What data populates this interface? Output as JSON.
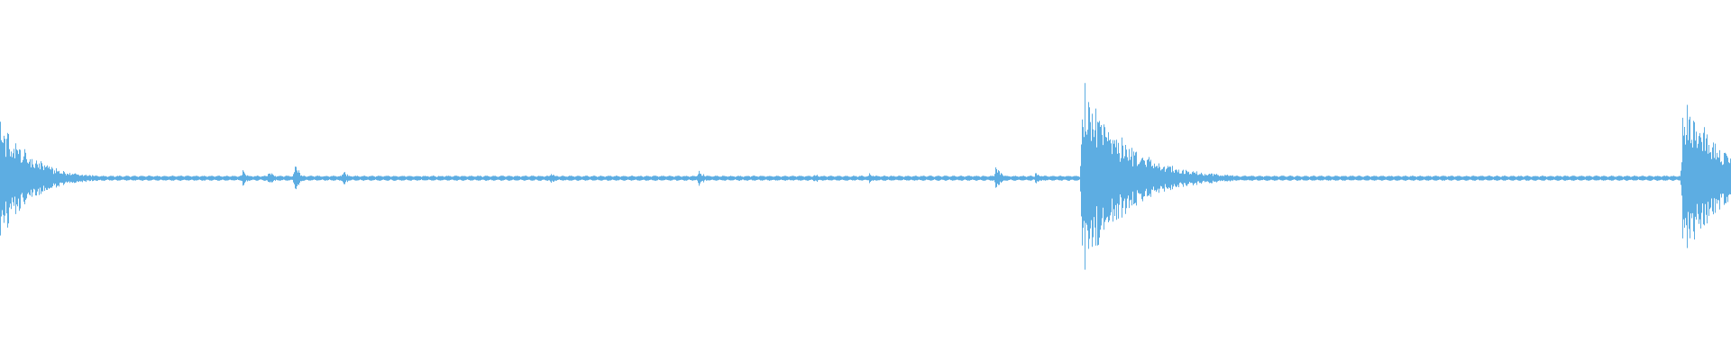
{
  "waveform": {
    "color": "#5dade2",
    "background": "#ffffff",
    "baseline_amplitude": 0.025,
    "events": [
      {
        "position": 0.0,
        "peak": 0.62,
        "decay": 0.018
      },
      {
        "position": 0.14,
        "peak": 0.1,
        "decay": 0.003
      },
      {
        "position": 0.155,
        "peak": 0.1,
        "decay": 0.003
      },
      {
        "position": 0.17,
        "peak": 0.18,
        "decay": 0.003
      },
      {
        "position": 0.198,
        "peak": 0.1,
        "decay": 0.003
      },
      {
        "position": 0.318,
        "peak": 0.08,
        "decay": 0.003
      },
      {
        "position": 0.403,
        "peak": 0.09,
        "decay": 0.004
      },
      {
        "position": 0.47,
        "peak": 0.07,
        "decay": 0.003
      },
      {
        "position": 0.502,
        "peak": 0.06,
        "decay": 0.003
      },
      {
        "position": 0.575,
        "peak": 0.12,
        "decay": 0.004
      },
      {
        "position": 0.598,
        "peak": 0.08,
        "decay": 0.003
      },
      {
        "position": 0.625,
        "peak": 1.0,
        "decay": 0.025
      },
      {
        "position": 0.972,
        "peak": 0.92,
        "decay": 0.022
      }
    ]
  }
}
